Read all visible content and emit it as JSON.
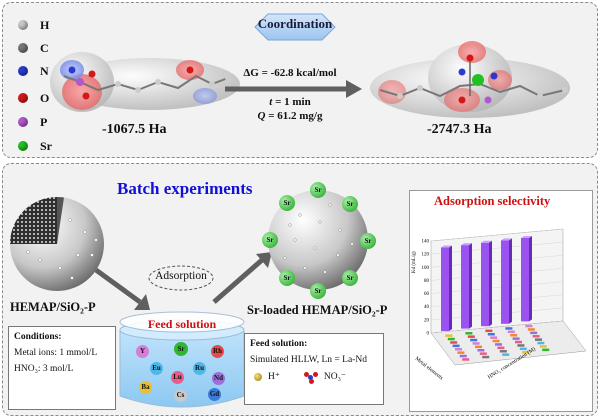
{
  "legend": [
    {
      "label": "H",
      "color": "#c8c8c8"
    },
    {
      "label": "C",
      "color": "#777777"
    },
    {
      "label": "N",
      "color": "#2a3ad0"
    },
    {
      "label": "O",
      "color": "#d41818"
    },
    {
      "label": "P",
      "color": "#b058d0"
    },
    {
      "label": "Sr",
      "color": "#22c022"
    }
  ],
  "coordination_label": "Coordination",
  "delta_g": "ΔG = -62.8 kcal/mol",
  "time_var": "t",
  "time_val": " = 1 min",
  "capacity_var": "Q",
  "capacity_val": " = 61.2 mg/g",
  "energy_left": "-1067.5 Ha",
  "energy_right": "-2747.3 Ha",
  "batch_title": "Batch experiments",
  "adsorption_label": "Adsorption",
  "material_label": "HEMAP/SiO₂-P",
  "loaded_label": "Sr-loaded HEMAP/SiO₂-P",
  "sr_badge": "Sr",
  "conditions": {
    "title": "Conditions:",
    "metal_ions": "Metal ions: 1 mmol/L",
    "acid": "HNO₃: 3 mol/L"
  },
  "feed_solution_title": "Feed solution",
  "beaker_ions": [
    "Y",
    "Sr",
    "Rh",
    "Eu",
    "Ru",
    "Lu",
    "Nd",
    "Ba",
    "Cs",
    "Gd"
  ],
  "feed_box": {
    "title": "Feed solution:",
    "desc": "Simulated HLLW, Ln = La-Nd",
    "h_ion": "H⁺",
    "no3_ion": "NO₃⁻"
  },
  "chart_data": {
    "type": "bar",
    "title": "Adsorption selectivity",
    "ylabel": "Kd (mL/g)",
    "xlabel": "Metal elements",
    "zlabel": "HNO₃ concentration (M)",
    "ylim": [
      0,
      140
    ],
    "yticks": [
      0,
      20,
      40,
      60,
      80,
      100,
      120,
      140
    ],
    "highlighted_series": {
      "name": "Sr",
      "values": [
        127,
        127,
        127,
        127,
        127
      ]
    }
  }
}
